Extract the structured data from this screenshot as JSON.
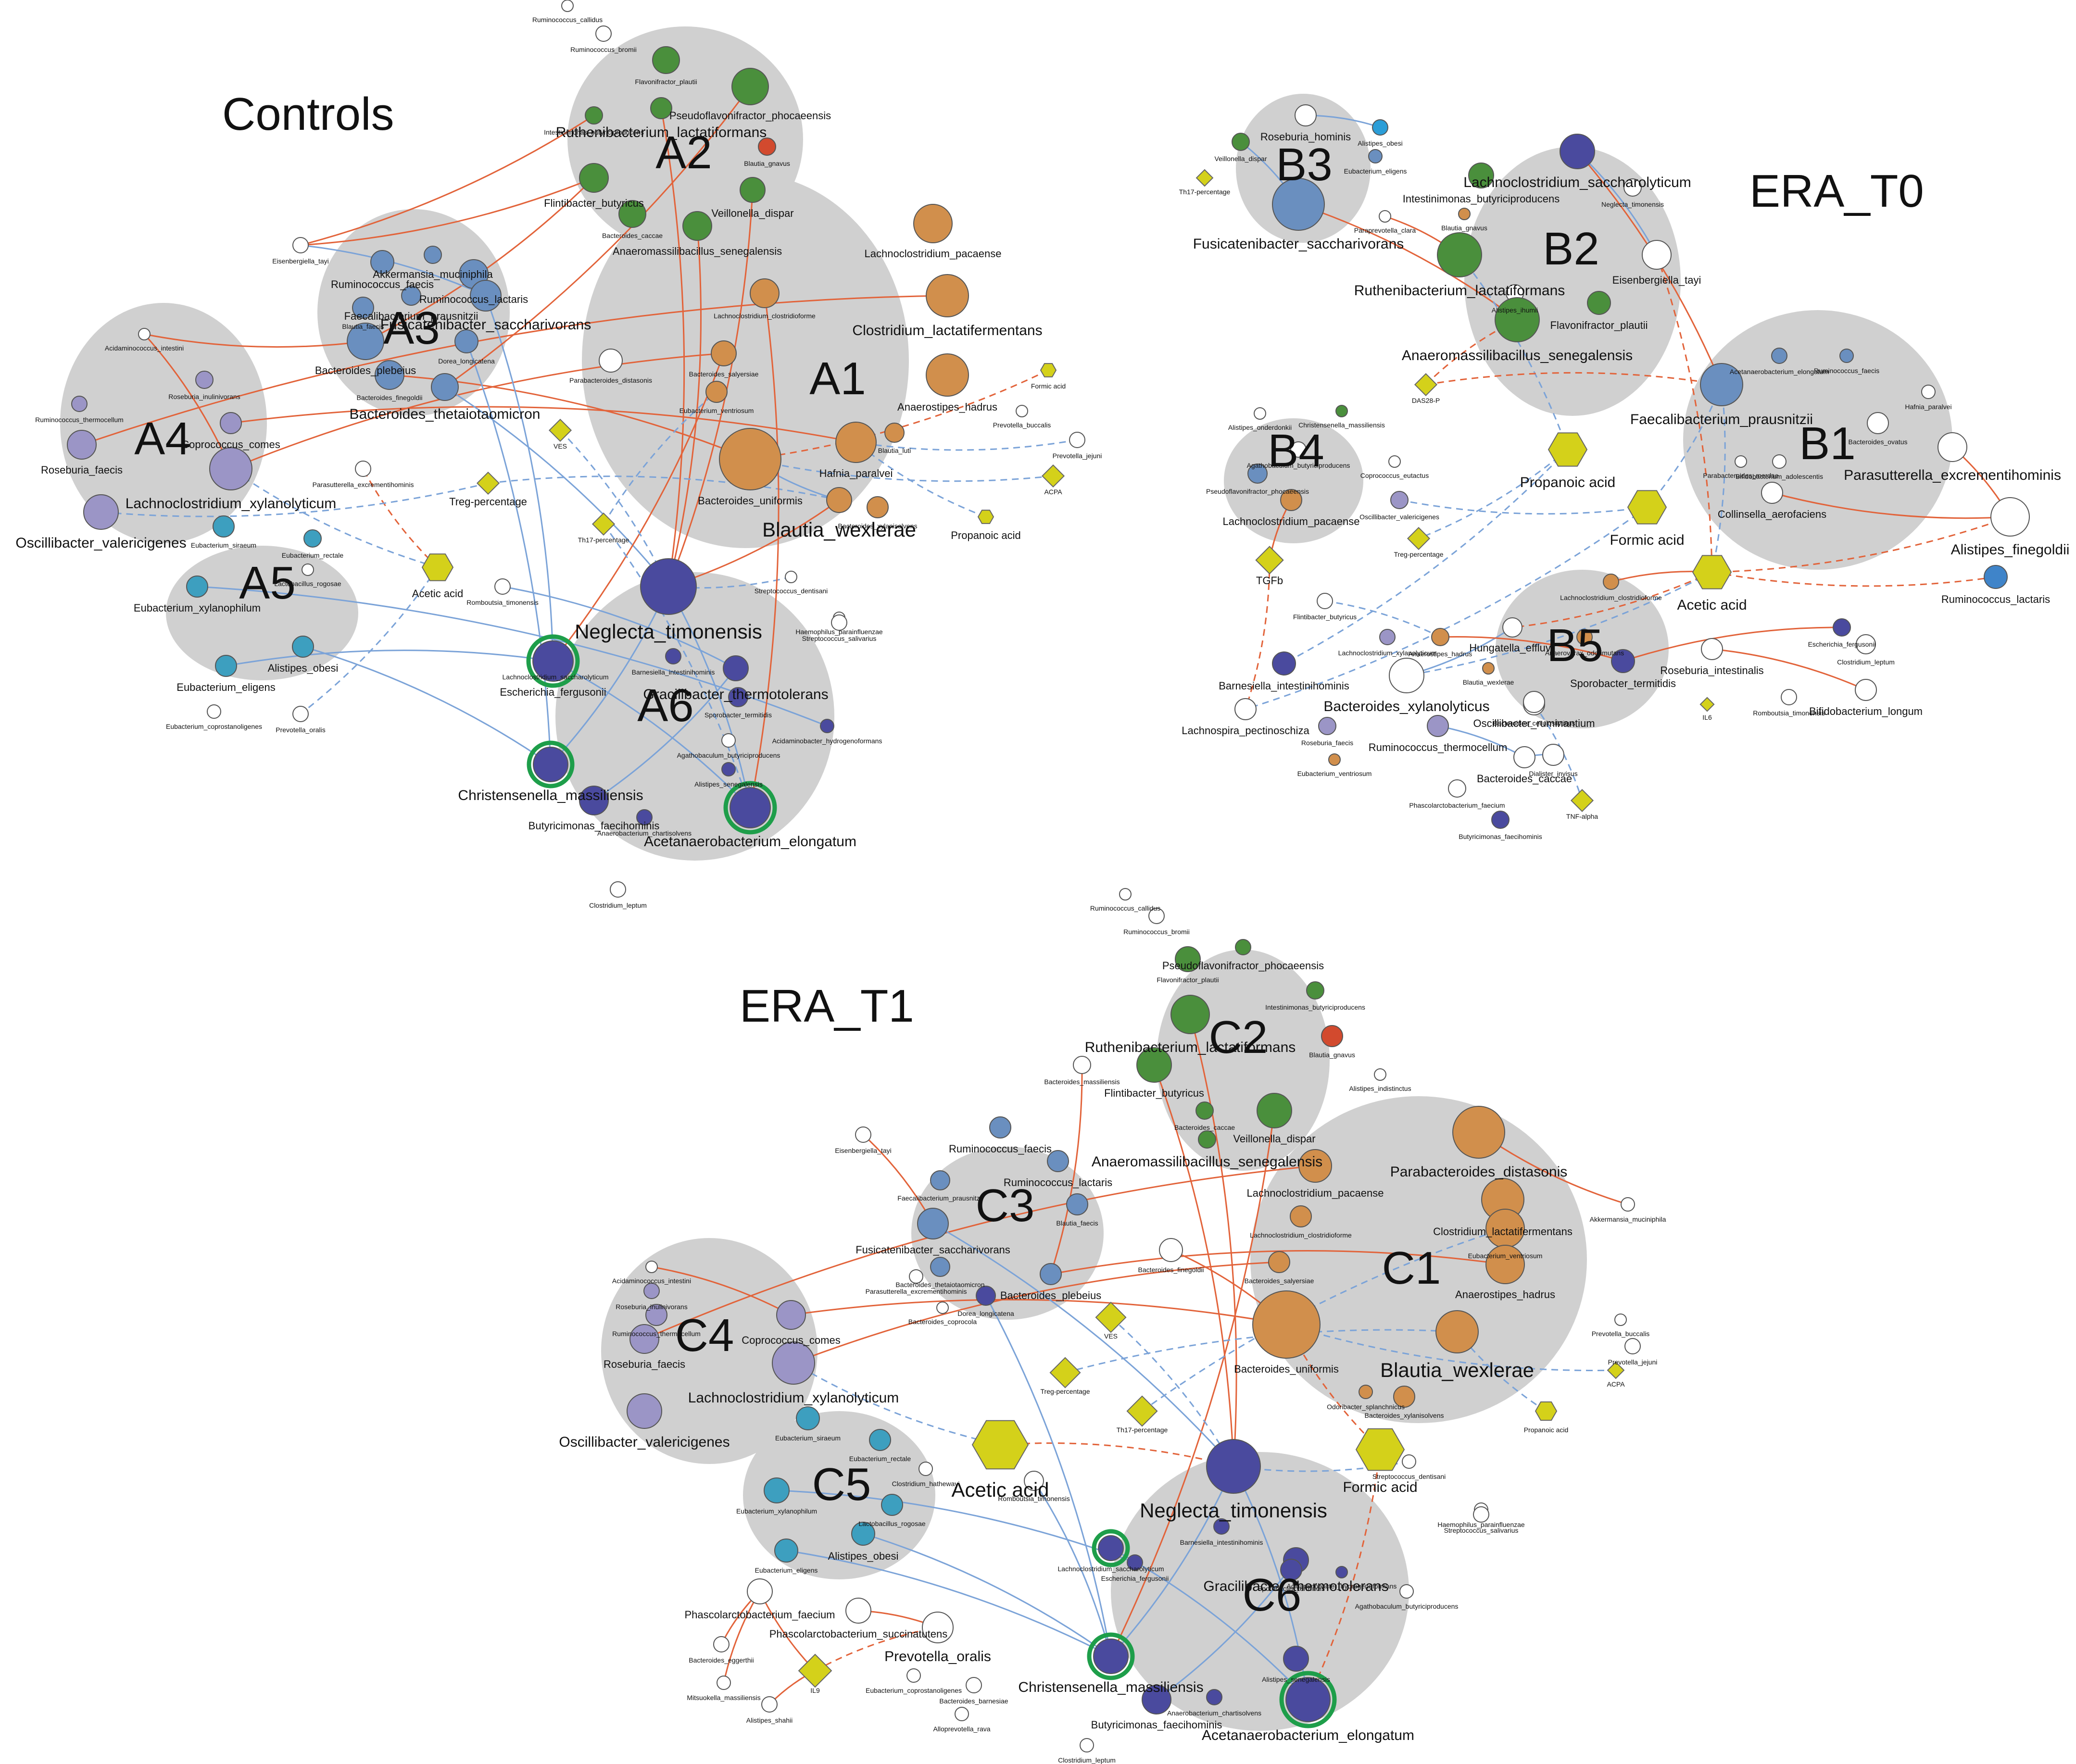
{
  "colors": {
    "cluster": "#d0d0d0",
    "green": "#4a8f3c",
    "orange": "#d18f4c",
    "steel": "#6a8fbf",
    "lilac": "#9b95c6",
    "cyan": "#3d9fbf",
    "navy": "#4a4a9e",
    "red": "#d24a2e",
    "blue": "#3f84c9",
    "skyblue": "#2b9ed8",
    "yellow": "#d4d11a",
    "white": "#ffffff",
    "highlight": "#1e9e4a",
    "edge_pos": "#e2633a",
    "edge_neg": "#7ba3d8"
  },
  "panels": [
    {
      "title": "Controls",
      "clusters": [
        "A1",
        "A2",
        "A3",
        "A4",
        "A5",
        "A6"
      ],
      "nodes": [
        "Ruminococcus_callidus",
        "Ruminococcus_bromii",
        "Flavonifractor_plautii",
        "Pseudoflavonifractor_phocaeensis",
        "Ruthenibacterium_lactatiformans",
        "Intestinimonas_butyriciproducens",
        "Blautia_gnavus",
        "Flintibacter_butyricus",
        "Veillonella_dispar",
        "Bacteroides_caccae",
        "Anaeromassilibacillus_senegalensis",
        "Eisenbergiella_tayi",
        "Ruminococcus_faecis",
        "Akkermansia_muciniphila",
        "Ruminococcus_lactaris",
        "Faecalibacterium_prausnitzii",
        "Blautia_faecis",
        "Fusicatenibacter_saccharivorans",
        "Bacteroides_plebeius",
        "Dorea_longicatena",
        "Bacteroides_finegoldii",
        "Bacteroides_thetaiotaomicron",
        "Parabacteroides_distasonis",
        "Lachnoclostridium_pacaense",
        "Lachnoclostridium_clostridioforme",
        "Clostridium_lactatifermentans",
        "Bacteroides_salyersiae",
        "Anaerostipes_hadrus",
        "Eubacterium_ventriosum",
        "Hafnia_paralvei",
        "Blautia_luti",
        "Bacteroides_uniformis",
        "Blautia_wexlerae",
        "Bacteroides_xylanisolvens",
        "Acidaminococcus_intestini",
        "Roseburia_inulinivorans",
        "Ruminococcus_thermocellum",
        "Coprococcus_comes",
        "Roseburia_faecis",
        "Lachnoclostridium_xylanolyticum",
        "Oscillibacter_valericigenes",
        "Eubacterium_siraeum",
        "Eubacterium_rectale",
        "Eubacterium_xylanophilum",
        "Lactobacillus_rogosae",
        "Alistipes_obesi",
        "Eubacterium_eligens",
        "Eubacterium_coprostanoligenes",
        "Prevotella_oralis",
        "Parasutterella_excrementihominis",
        "Treg-percentage",
        "Th17-percentage",
        "Acetic acid",
        "Romboutsia_timonensis",
        "Streptococcus_dentisani",
        "Haemophilus_parainfluenzae",
        "Streptococcus_salivarius",
        "Neglecta_timonensis",
        "Lachnoclostridium_saccharolyticum",
        "Barnesiella_intestinihominis",
        "Gracilibacter_thermotolerans",
        "Sporobacter_termitidis",
        "Acidaminobacter_hydrogenoformans",
        "Agathobaculum_butyriciproducens",
        "Escherichia_fergusonii",
        "Alistipes_senegalensis",
        "Christensenella_massiliensis",
        "Butyricimonas_faecihominis",
        "Anaerobacterium_chartisolvens",
        "Acetanaerobacterium_elongatum",
        "Clostridium_leptum",
        "Formic acid",
        "Prevotella_buccalis",
        "Prevotella_jejuni",
        "ACPA",
        "Propanoic acid",
        "VES"
      ]
    },
    {
      "title": "ERA_T0",
      "clusters": [
        "B1",
        "B2",
        "B3",
        "B4",
        "B5"
      ],
      "nodes": [
        "Roseburia_hominis",
        "Alistipes_obesi",
        "Veillonella_dispar",
        "Eubacterium_eligens",
        "Th17-percentage",
        "Fusicatenibacter_saccharivorans",
        "Lachnoclostridium_saccharolyticum",
        "Intestinimonas_butyriciproducens",
        "Neglecta_timonensis",
        "Blautia_gnavus",
        "Paraprevotella_clara",
        "Ruthenibacterium_lactatiformans",
        "Eisenbergiella_tayi",
        "Alistipes_ihumii",
        "Flavonifractor_plautii",
        "Anaeromassilibacillus_senegalensis",
        "DAS28-P",
        "Acetanaerobacterium_elongatum",
        "Ruminococcus_faecis",
        "Hafnia_paralvei",
        "Faecalibacterium_prausnitzii",
        "Bacteroides_ovatus",
        "Parabacteroides_merdae",
        "Bifidobacterium_adolescentis",
        "Parasutterella_excrementihominis",
        "Collinsella_aerofaciens",
        "Alistipes_finegoldii",
        "Alistipes_onderdonkii",
        "Christensenella_massiliensis",
        "Agathobaculum_butyriciproducens",
        "Coprococcus_eutactus",
        "Pseudoflavonifractor_phocaeensis",
        "Oscillibacter_valericigenes",
        "Lachnoclostridium_pacaense",
        "Treg-percentage",
        "TGFb",
        "Propanoic acid",
        "Formic acid",
        "Acetic acid",
        "Ruminococcus_lactaris",
        "Escherichia_fergusonii",
        "Clostridium_leptum",
        "Flintibacter_butyricus",
        "Lachnoclostridium_clostridioforme",
        "Hungatella_effluvii",
        "Anaerovorax_odorimutans",
        "Anaerostipes_hadrus",
        "Lachnoclostridium_xylanolyticum",
        "Blautia_wexlerae",
        "Barnesiella_intestinihominis",
        "Sporobacter_termitidis",
        "Roseburia_intestinalis",
        "Romboutsia_timonensis",
        "Bifidobacterium_longum",
        "IL6",
        "Bacteroides_xylanolyticus",
        "Bacteroides_cellulosilyticus",
        "Oscillibacter_ruminantium",
        "Lachnospira_pectinoschiza",
        "Roseburia_faecis",
        "Ruminococcus_thermocellum",
        "Eubacterium_ventriosum",
        "Dialister_invisus",
        "Bacteroides_caccae",
        "Phascolarctobacterium_faecium",
        "TNF-alpha",
        "Butyricimonas_faecihominis"
      ]
    },
    {
      "title": "ERA_T1",
      "clusters": [
        "C1",
        "C2",
        "C3",
        "C4",
        "C5",
        "C6"
      ],
      "nodes": [
        "Ruminococcus_callidus",
        "Ruminococcus_bromii",
        "Flavonifractor_plautii",
        "Pseudoflavonifractor_phocaeensis",
        "Intestinimonas_butyriciproducens",
        "Ruthenibacterium_lactatiformans",
        "Blautia_gnavus",
        "Alistipes_indistinctus",
        "Bacteroides_massiliensis",
        "Flintibacter_butyricus",
        "Veillonella_dispar",
        "Bacteroides_caccae",
        "Anaeromassilibacillus_senegalensis",
        "Eisenbergiella_tayi",
        "Ruminococcus_faecis",
        "Ruminococcus_lactaris",
        "Faecalibacterium_prausnitzii",
        "Blautia_faecis",
        "Parabacteroides_distasonis",
        "Lachnoclostridium_pacaense",
        "Lachnoclostridium_clostridioforme",
        "Clostridium_lactatifermentans",
        "Eubacterium_ventriosum",
        "Akkermansia_muciniphila",
        "Fusicatenibacter_saccharivorans",
        "Bacteroides_thetaiotaomicron",
        "Parasutterella_excrementihominis",
        "Bacteroides_plebeius",
        "Bacteroides_finegoldii",
        "Bacteroides_salyersiae",
        "Anaerostipes_hadrus",
        "Acidaminococcus_intestini",
        "Roseburia_inulinivorans",
        "Ruminococcus_thermocellum",
        "Dorea_longicatena",
        "Bacteroides_coprocola",
        "VES",
        "Prevotella_buccalis",
        "Prevotella_jejuni",
        "ACPA",
        "Coprococcus_comes",
        "Roseburia_faecis",
        "Bacteroides_uniformis",
        "Blautia_wexlerae",
        "Lachnoclostridium_xylanolyticum",
        "Treg-percentage",
        "Odoribacter_splanchnicus",
        "Bacteroides_xylanisolvens",
        "Propanoic acid",
        "Oscillibacter_valericigenes",
        "Th17-percentage",
        "Eubacterium_siraeum",
        "Eubacterium_rectale",
        "Clostridium_hathewayi",
        "Acetic acid",
        "Formic acid",
        "Romboutsia_timonensis",
        "Eubacterium_xylanophilum",
        "Lactobacillus_rogosae",
        "Neglecta_timonensis",
        "Streptococcus_dentisani",
        "Lachnoclostridium_saccharolyticum",
        "Barnesiella_intestinihominis",
        "Haemophilus_parainfluenzae",
        "Streptococcus_salivarius",
        "Alistipes_obesi",
        "Eubacterium_eligens",
        "Gracilibacter_thermotolerans",
        "Sporobacter_termitidis",
        "Acidaminobacter_hydrogenoformans",
        "Agathobaculum_butyriciproducens",
        "Phascolarctobacterium_faecium",
        "Escherichia_fergusonii",
        "Phascolarctobacterium_succinatutens",
        "Prevotella_oralis",
        "Bacteroides_eggerthii",
        "Christensenella_massiliensis",
        "Alistipes_senegalensis",
        "Eubacterium_coprostanoligenes",
        "Mitsuokella_massiliensis",
        "IL9",
        "Bacteroides_barnesiae",
        "Alistipes_shahii",
        "Alloprevotella_rava",
        "Anaerobacterium_chartisolvens",
        "Butyricimonas_faecihominis",
        "Acetanaerobacterium_elongatum",
        "Clostridium_leptum"
      ]
    }
  ]
}
